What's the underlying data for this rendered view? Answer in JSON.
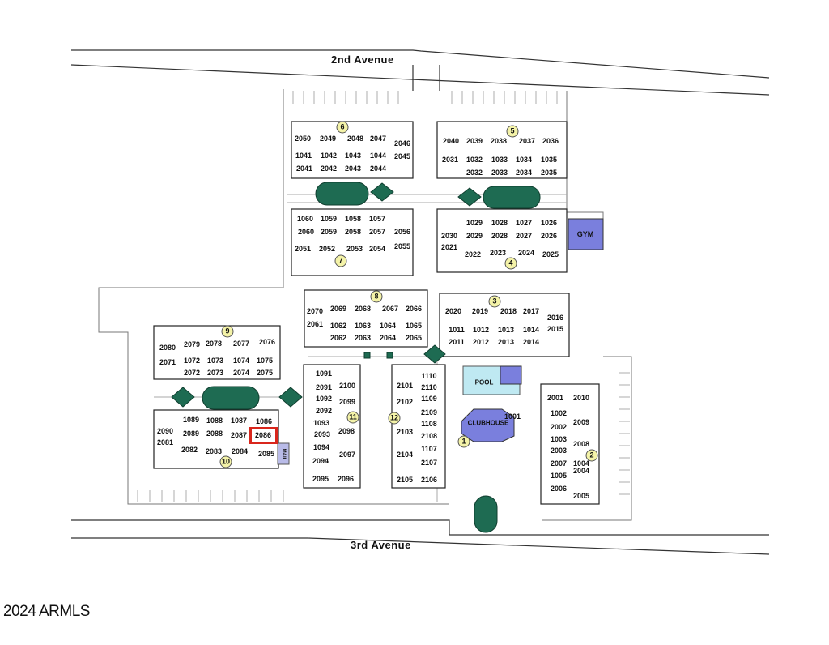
{
  "map": {
    "streets": {
      "top": "2nd Avenue",
      "bottom": "3rd Avenue"
    },
    "facilities": {
      "gym": "GYM",
      "pool": "POOL",
      "clubhouse": "CLUBHOUSE",
      "mail": "MAIL"
    },
    "highlighted_unit": "2086",
    "building_numbers": [
      "1",
      "2",
      "3",
      "4",
      "5",
      "6",
      "7",
      "8",
      "9",
      "10",
      "11",
      "12"
    ],
    "units": [
      "2050",
      "2049",
      "2048",
      "2047",
      "2046",
      "2045",
      "1041",
      "1042",
      "1043",
      "1044",
      "2041",
      "2042",
      "2043",
      "2044",
      "1060",
      "1059",
      "1058",
      "1057",
      "2060",
      "2059",
      "2058",
      "2057",
      "2056",
      "2055",
      "2051",
      "2052",
      "2053",
      "2054",
      "2040",
      "2039",
      "2038",
      "2037",
      "2036",
      "2031",
      "1032",
      "1033",
      "1034",
      "1035",
      "2032",
      "2033",
      "2034",
      "2035",
      "1029",
      "1028",
      "1027",
      "1026",
      "2030",
      "2029",
      "2028",
      "2027",
      "2026",
      "2021",
      "2022",
      "2023",
      "2024",
      "2025",
      "2070",
      "2069",
      "2068",
      "2067",
      "2066",
      "2061",
      "1062",
      "1063",
      "1064",
      "1065",
      "2062",
      "2063",
      "2064",
      "2065",
      "2020",
      "2019",
      "2018",
      "2017",
      "2016",
      "2015",
      "1011",
      "1012",
      "1013",
      "1014",
      "2011",
      "2012",
      "2013",
      "2014",
      "2080",
      "2079",
      "2078",
      "2077",
      "2076",
      "2071",
      "1072",
      "1073",
      "1074",
      "1075",
      "2072",
      "2073",
      "2074",
      "2075",
      "2090",
      "1089",
      "1088",
      "1087",
      "1086",
      "2089",
      "2088",
      "2087",
      "2086",
      "2081",
      "2082",
      "2083",
      "2084",
      "2085",
      "1091",
      "2100",
      "2091",
      "1092",
      "2099",
      "2092",
      "1093",
      "2098",
      "2093",
      "1094",
      "2097",
      "2094",
      "2095",
      "2096",
      "2101",
      "1110",
      "2110",
      "2102",
      "1109",
      "2109",
      "2103",
      "1108",
      "2108",
      "2104",
      "1107",
      "2107",
      "2105",
      "2106",
      "1001",
      "2001",
      "2010",
      "1002",
      "2009",
      "2002",
      "1003",
      "2008",
      "2003",
      "1004",
      "2007",
      "2004",
      "1005",
      "2006",
      "2005"
    ]
  },
  "footer": {
    "copyright": "2024 ARMLS"
  },
  "colors": {
    "pool_green": "#1e6b52",
    "facility_blue": "#7a7fdd",
    "pool_water": "#bfe9f2",
    "highlight": "#d9261c",
    "badge": "#f4f3a8"
  }
}
